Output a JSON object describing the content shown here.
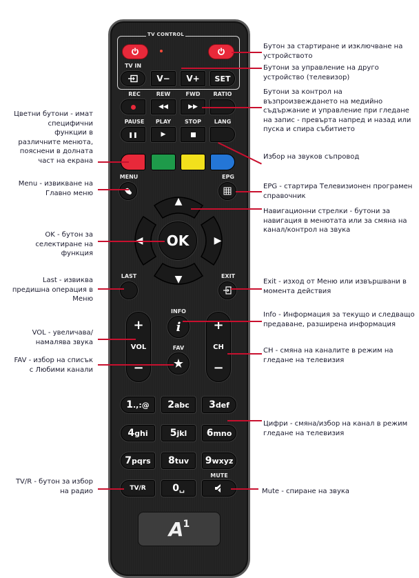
{
  "remote": {
    "tv_control_label": "TV CONTROL",
    "top_row": {
      "tv_in_label": "TV IN",
      "buttons": [
        "V−",
        "V+",
        "SET"
      ]
    },
    "playback_labels_row1": [
      "REC",
      "REW",
      "FWD",
      "RATIO"
    ],
    "playback_labels_row2": [
      "PAUSE",
      "PLAY",
      "STOP",
      "LANG"
    ],
    "color_buttons": {
      "red": "#e8293a",
      "green": "#1e9a4a",
      "yellow": "#f2e01c",
      "blue": "#2476d6"
    },
    "menu_label": "MENU",
    "epg_label": "EPG",
    "ok_label": "OK",
    "last_label": "LAST",
    "exit_label": "EXIT",
    "info_label": "INFO",
    "fav_label": "FAV",
    "vol_label": "VOL",
    "ch_label": "CH",
    "plus": "+",
    "minus": "−",
    "numpad": [
      {
        "digit": "1",
        "letters": ".,:@"
      },
      {
        "digit": "2",
        "letters": "abc"
      },
      {
        "digit": "3",
        "letters": "def"
      },
      {
        "digit": "4",
        "letters": "ghi"
      },
      {
        "digit": "5",
        "letters": "jkl"
      },
      {
        "digit": "6",
        "letters": "mno"
      },
      {
        "digit": "7",
        "letters": "pqrs"
      },
      {
        "digit": "8",
        "letters": "tuv"
      },
      {
        "digit": "9",
        "letters": "wxyz"
      }
    ],
    "tvr_label": "TV/R",
    "zero": {
      "digit": "0",
      "letters": "␣"
    },
    "mute_label": "MUTE",
    "brand": "A",
    "brand_sup": "1"
  },
  "annotations": {
    "right": [
      "Бутон за стартиране и изключване на устройството",
      "Бутони за управление на друго устройство (телевизор)",
      "Бутони за контрол на възпроизвеждането на медийно съдържание и управление при гледане на запис - превърта напред и назад или пуска и спира събитието",
      "Избор на звуков съпровод",
      "EPG - стартира Телевизионен програмен справочник",
      "Навигационни стрелки - бутони за навигация в менютата или за смяна на канал/контрол на звука",
      "Exit - изход от Меню или извършвани в момента действия",
      "Info - Информация за текущо и следващо предаване, разширена информация",
      "CH - смяна на каналите в режим на гледане на телевизия",
      "Цифри - смяна/избор на канал в режим гледане на телевизия",
      "Mute - спиране на звука"
    ],
    "left": [
      "Цветни бутони - имат специфични функции в различните менюта, пояснени в долната част на екрана",
      "Menu - извикване на Главно меню",
      "OK - бутон за селектиране на функция",
      "Last - извиква предишна операция в Меню",
      "VOL - увеличава/ намалява звука",
      "FAV - избор на списък с Любими канали",
      "TV/R - бутон за избор на радио"
    ]
  },
  "colors": {
    "accent_line": "#c8102e",
    "text": "#1a1a2e"
  }
}
